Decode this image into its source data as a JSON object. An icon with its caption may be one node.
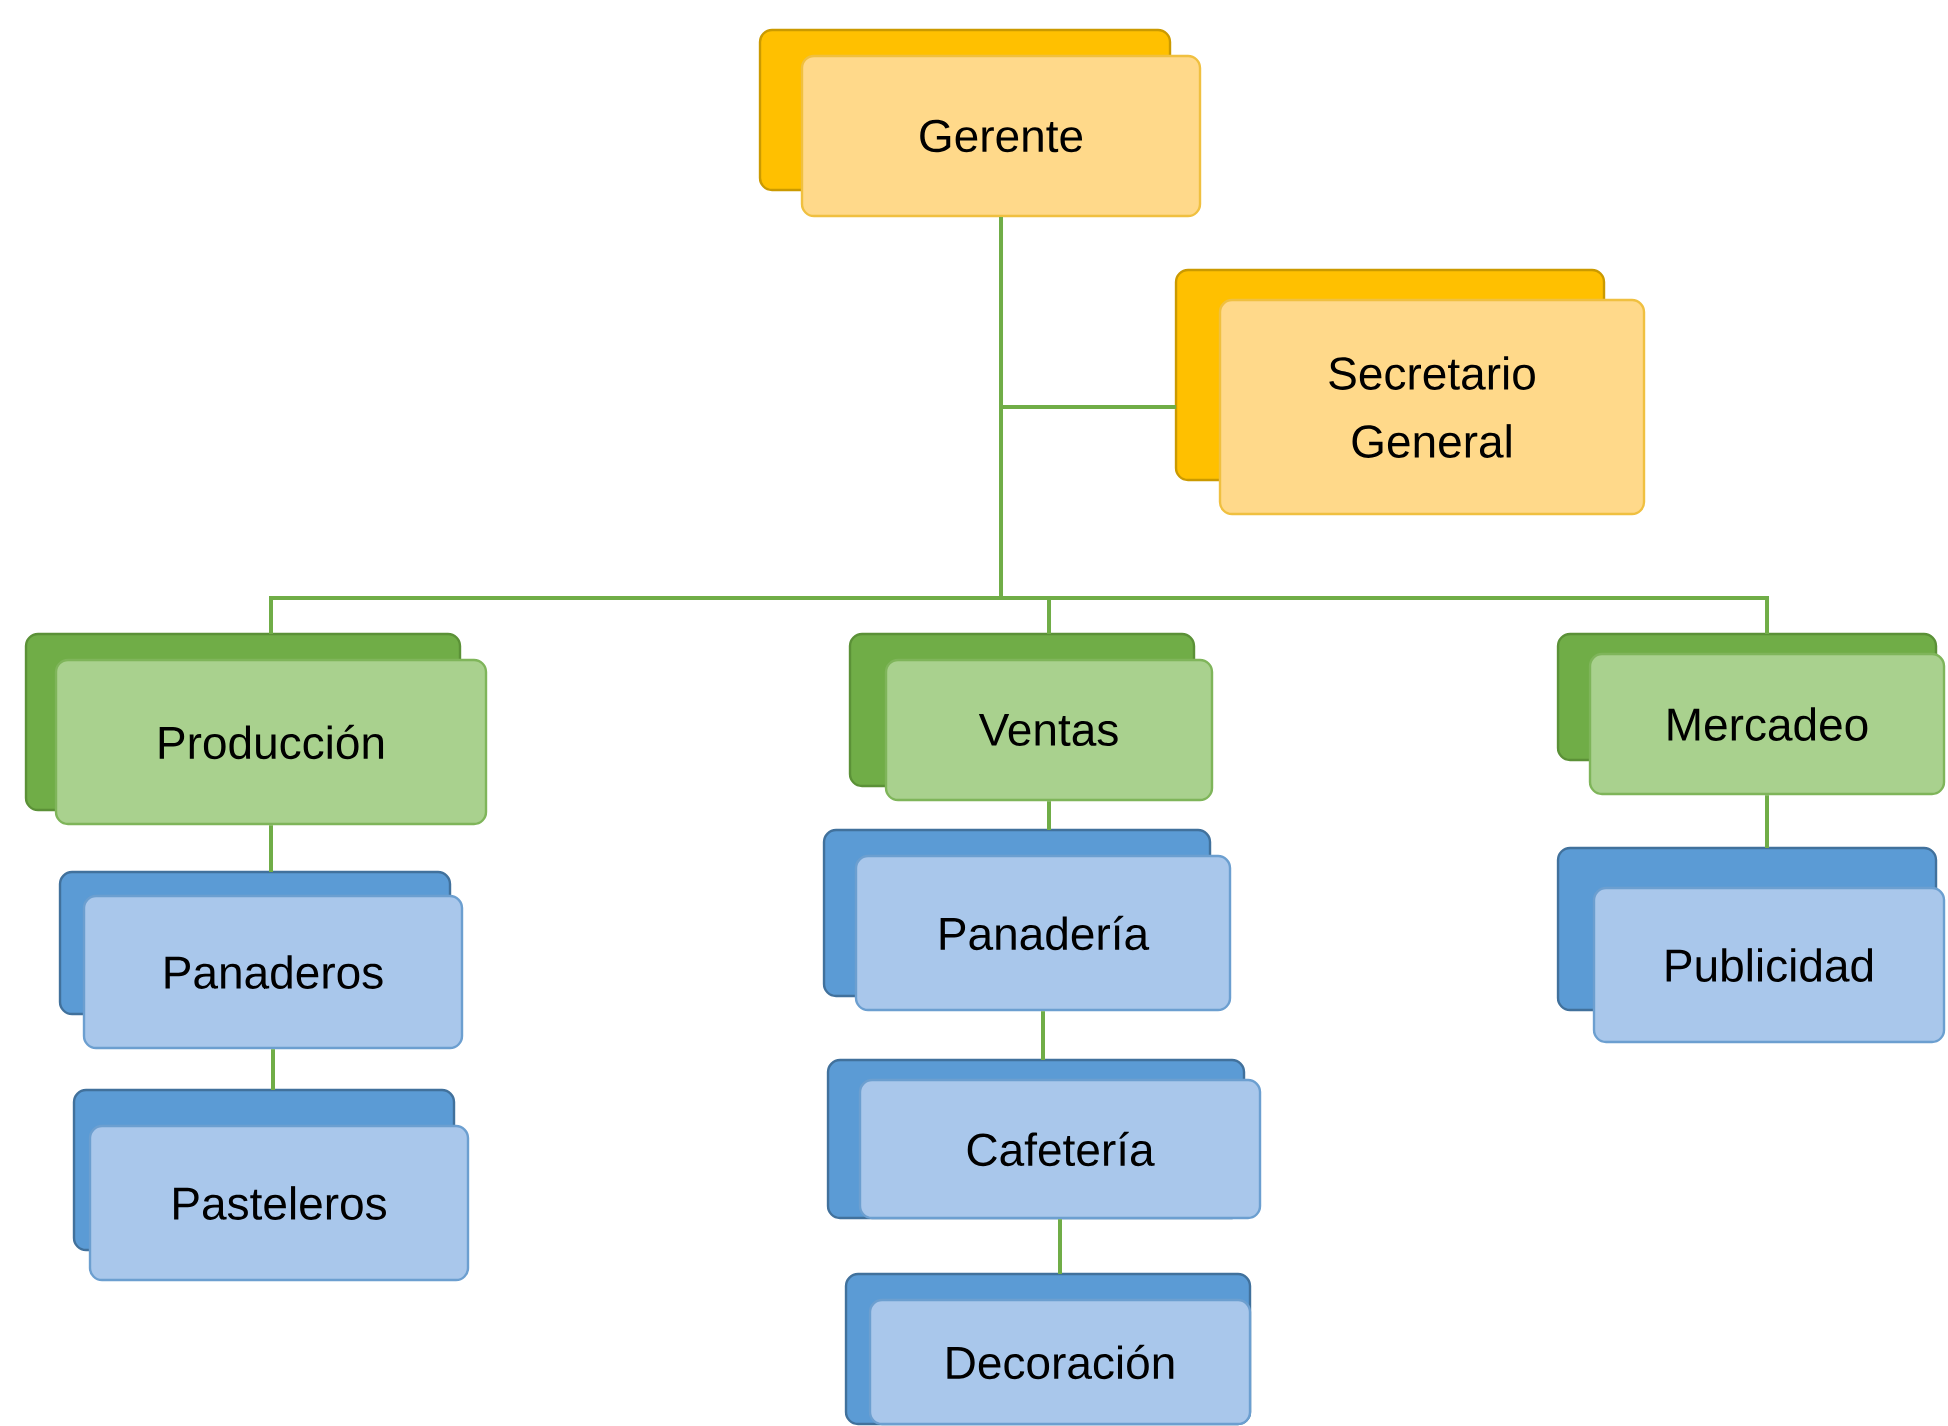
{
  "diagram": {
    "nodes": [
      {
        "text": [
          "Gerente"
        ]
      },
      {
        "text": [
          "Secretario General"
        ]
      },
      {
        "text": [
          "Producción"
        ]
      },
      {
        "text": [
          "Ventas"
        ]
      },
      {
        "text": [
          "Mercadeo"
        ]
      },
      {
        "text": [
          "Panaderos"
        ]
      },
      {
        "text": [
          "Pasteleros"
        ]
      },
      {
        "text": [
          "Panadería"
        ]
      },
      {
        "text": [
          "Cafetería"
        ]
      },
      {
        "text": [
          "Decoración"
        ]
      },
      {
        "text": [
          "Publicidad"
        ]
      }
    ],
    "edges": [
      {
        "from": 0,
        "to": 1,
        "arrow": "none"
      },
      {
        "from": 0,
        "to": 2,
        "arrow": "none"
      },
      {
        "from": 0,
        "to": 3,
        "arrow": "none"
      },
      {
        "from": 0,
        "to": 4,
        "arrow": "none"
      },
      {
        "from": 2,
        "to": 5,
        "arrow": "none"
      },
      {
        "from": 5,
        "to": 6,
        "arrow": "none"
      },
      {
        "from": 3,
        "to": 7,
        "arrow": "none"
      },
      {
        "from": 7,
        "to": 8,
        "arrow": "none"
      },
      {
        "from": 8,
        "to": 9,
        "arrow": "none"
      },
      {
        "from": 4,
        "to": 10,
        "arrow": "none"
      }
    ]
  }
}
